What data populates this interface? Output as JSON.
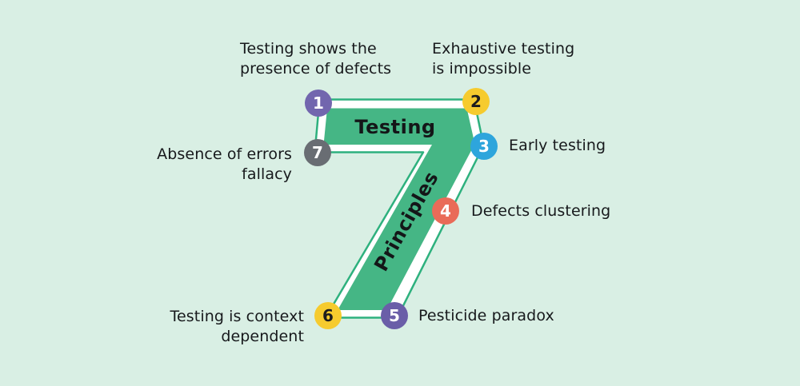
{
  "shape": {
    "bar_word": "Testing",
    "stem_word": "Principles",
    "numeral": "7"
  },
  "colors": {
    "background": "#d9efe4",
    "green_fill": "#45b685",
    "green_stroke": "#2eb17e",
    "outline_fill": "#ffffff",
    "label_text": "#17191c",
    "shape_text": "#141618"
  },
  "principles": [
    {
      "num": "1",
      "label": "Testing shows the\npresence of defects",
      "circle_color": "#7266ae",
      "num_color": "#ffffff"
    },
    {
      "num": "2",
      "label": "Exhaustive testing\nis impossible",
      "circle_color": "#f6cb2e",
      "num_color": "#1c1c1e"
    },
    {
      "num": "3",
      "label": "Early testing",
      "circle_color": "#2ea5dc",
      "num_color": "#ffffff"
    },
    {
      "num": "4",
      "label": "Defects clustering",
      "circle_color": "#e96b58",
      "num_color": "#ffffff"
    },
    {
      "num": "5",
      "label": "Pesticide paradox",
      "circle_color": "#6a5ea8",
      "num_color": "#ffffff"
    },
    {
      "num": "6",
      "label": "Testing is context\ndependent",
      "circle_color": "#f6cb2e",
      "num_color": "#1c1c1e"
    },
    {
      "num": "7",
      "label": "Absence of errors\nfallacy",
      "circle_color": "#696d73",
      "num_color": "#ffffff"
    }
  ]
}
